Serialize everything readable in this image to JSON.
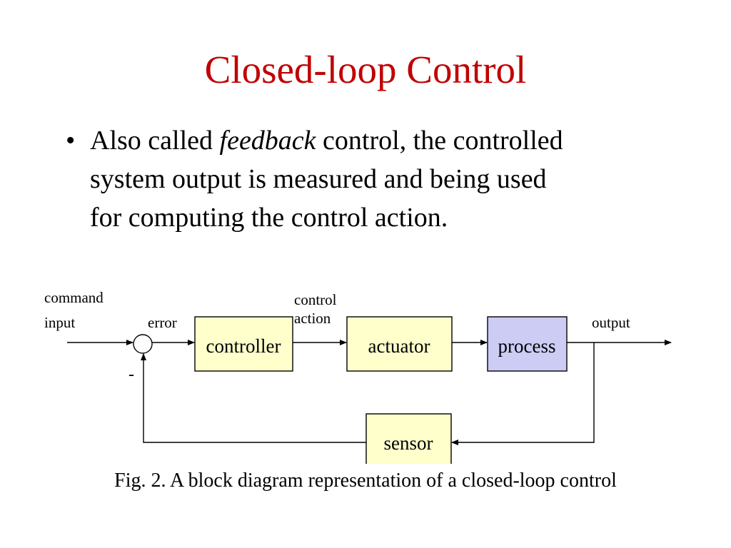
{
  "slide": {
    "title": "Closed-loop Control",
    "title_color": "#c00000",
    "bullet": {
      "marker": "•",
      "line1_pre": "Also called ",
      "line1_em": "feedback",
      "line1_post": " control, the controlled",
      "line2": "system output is measured and being used",
      "line3": "for computing the control action."
    }
  },
  "diagram": {
    "labels": {
      "command": "command",
      "input": "input",
      "error": "error",
      "control": "control",
      "action": "action",
      "output": "output",
      "minus": "-"
    },
    "blocks": {
      "controller": "controller",
      "actuator": "actuator",
      "process": "process",
      "sensor": "sensor"
    },
    "colors": {
      "block_fill": "#ffffcc",
      "process_fill": "#ccccf5",
      "stroke": "#000000"
    },
    "caption": "Fig. 2. A block diagram representation of a closed-loop control"
  }
}
